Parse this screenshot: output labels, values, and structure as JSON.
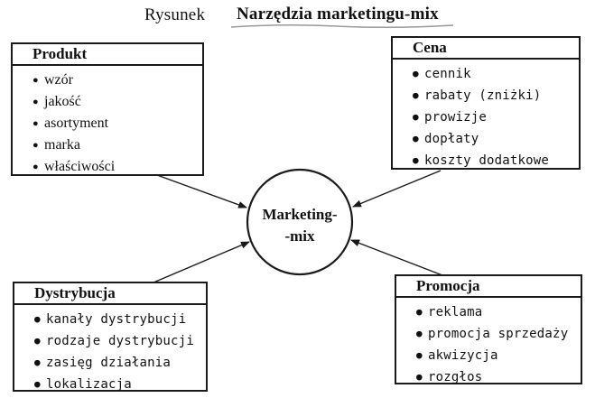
{
  "caption": {
    "prefix": "Rysunek",
    "title": "Narzędzia marketingu-mix"
  },
  "center": {
    "line1": "Marketing-",
    "line2": "-mix"
  },
  "boxes": {
    "produkt": {
      "title": "Produkt",
      "items": [
        "wzór",
        "jakość",
        "asortyment",
        "marka",
        "właściwości"
      ]
    },
    "cena": {
      "title": "Cena",
      "items": [
        "cennik",
        "rabaty (zniżki)",
        "prowizje",
        "dopłaty",
        "koszty dodatkowe"
      ]
    },
    "dystrybucja": {
      "title": "Dystrybucja",
      "items": [
        "kanały dystrybucji",
        "rodzaje dystrybucji",
        "zasięg działania",
        "lokalizacja"
      ]
    },
    "promocja": {
      "title": "Promocja",
      "items": [
        "reklama",
        "promocja sprzedaży",
        "akwizycja",
        "rozgłos"
      ]
    }
  },
  "bullet": "●",
  "colors": {
    "ink": "#1a1a1a",
    "background": "#ffffff"
  }
}
